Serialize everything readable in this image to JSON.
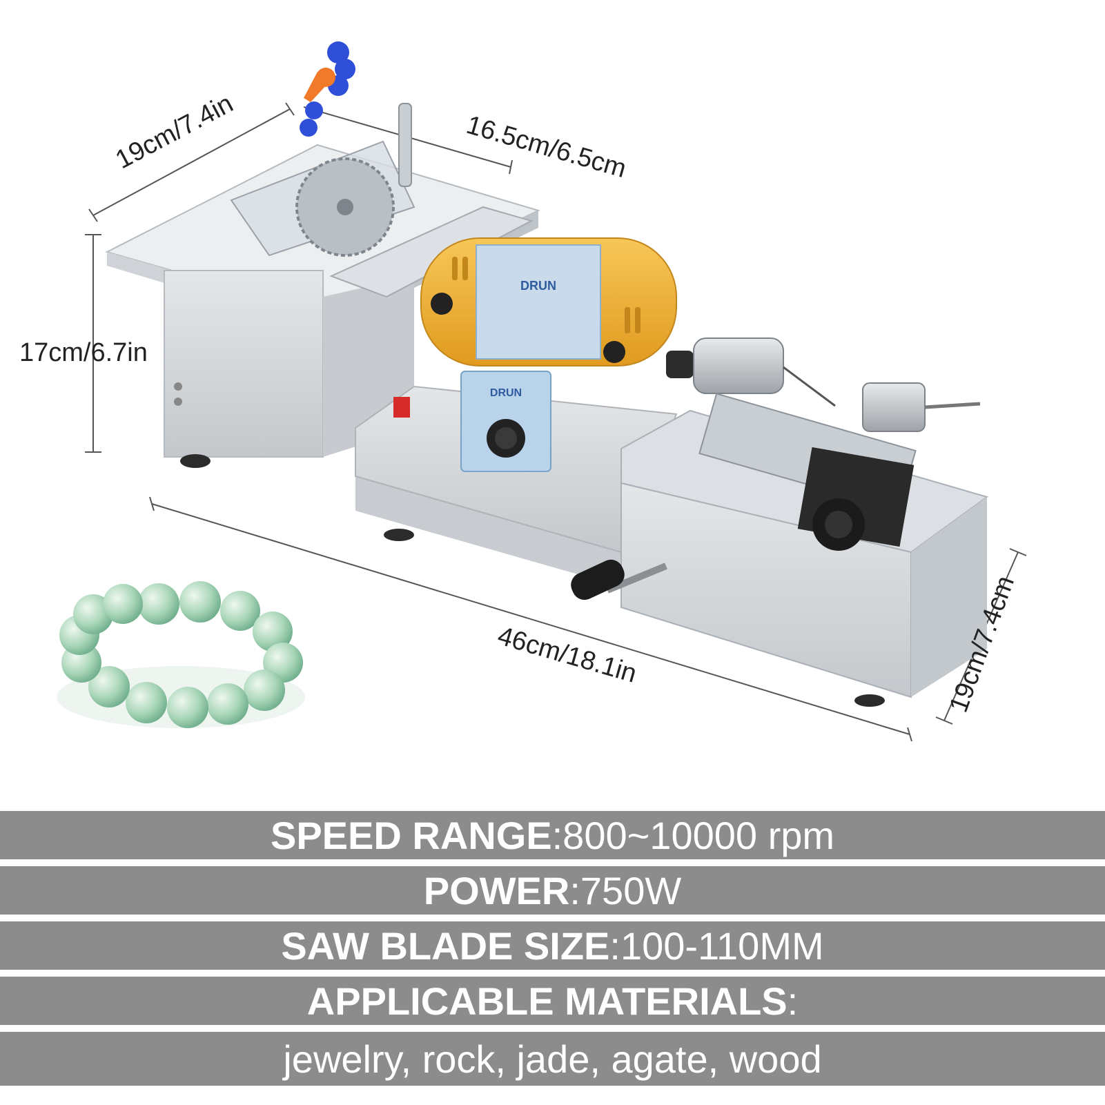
{
  "dimensions": {
    "top_left": "19cm/7.4in",
    "top_right": "16.5cm/6.5cm",
    "height": "17cm/6.7in",
    "length": "46cm/18.1in",
    "depth_right": "19cm/7.4cm"
  },
  "specs": [
    {
      "key": "SPEED RANGE",
      "sep": ":",
      "value": " 800~10000 rpm"
    },
    {
      "key": "POWER",
      "sep": ":",
      "value": " 750W"
    },
    {
      "key": "SAW BLADE SIZE",
      "sep": ":",
      "value": " 100-110MM"
    },
    {
      "key": "APPLICABLE MATERIALS",
      "sep": ":",
      "value": ""
    }
  ],
  "materials_line": "jewelry, rock, jade, agate, wood",
  "colors": {
    "band": "#8c8c8c",
    "band_text": "#ffffff",
    "machine_body": "#d9dcdf",
    "motor": "#f2b53a",
    "motor_label": "#b9d3ea",
    "beads": "#a9d6b8"
  }
}
